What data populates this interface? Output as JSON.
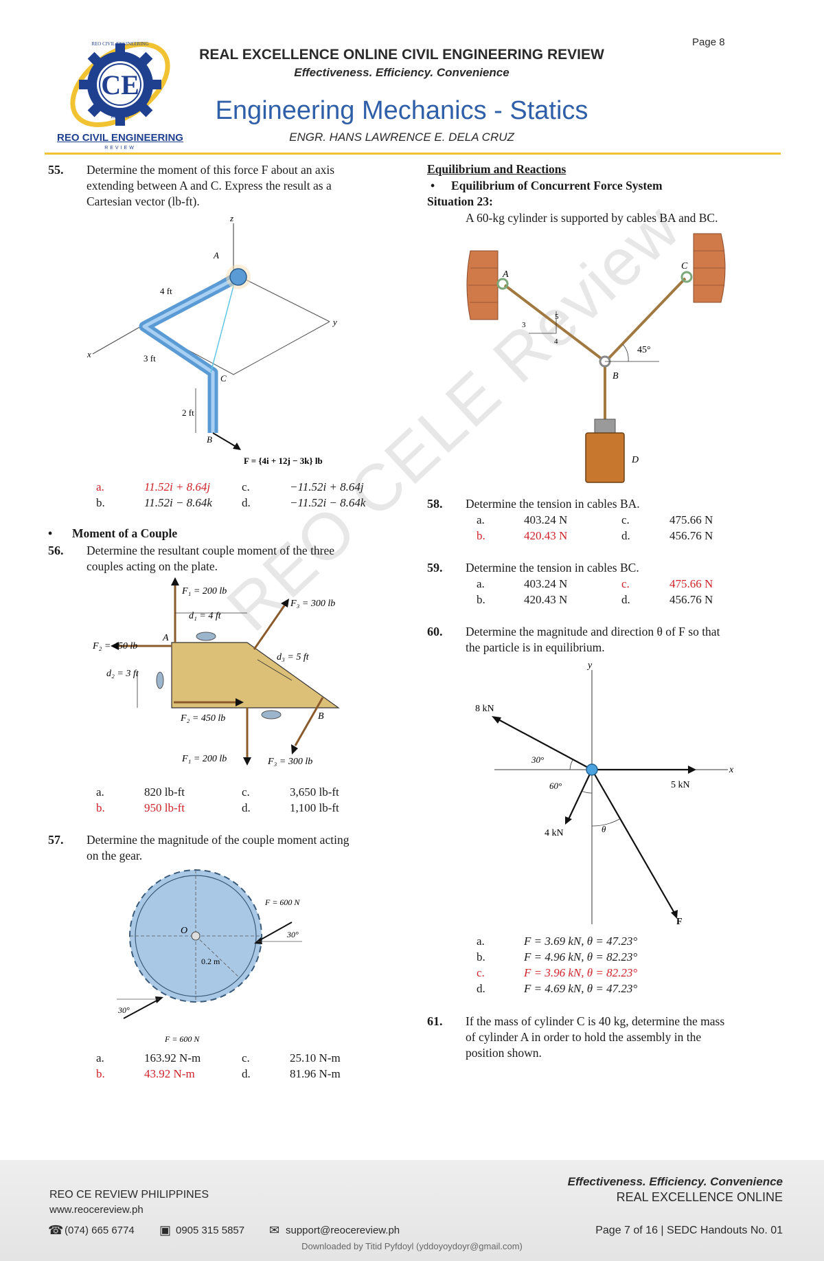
{
  "header": {
    "title": "REAL EXCELLENCE ONLINE CIVIL ENGINEERING REVIEW",
    "tagline": "Effectiveness. Efficiency. Convenience",
    "subject": "Engineering Mechanics - Statics",
    "author": "ENGR. HANS LAWRENCE E. DELA CRUZ",
    "page": "Page 8",
    "logo_caption": "REO CIVIL ENGINEERING",
    "logo_sub": "REVIEW",
    "logo_text": "CE",
    "logo_ring": "REO CIVIL ENGINEERING",
    "logo_band": "REVIEW"
  },
  "watermark": "REO CELE Review",
  "left": {
    "q55": {
      "num": "55.",
      "text": [
        "Determine the moment of this force F about an axis",
        "extending between A and C. Express the result as a",
        "Cartesian vector (lb-ft)."
      ],
      "fig": {
        "z": "z",
        "x": "x",
        "y": "y",
        "A": "A",
        "B": "B",
        "C": "C",
        "d1": "4 ft",
        "d2": "3 ft",
        "d3": "2 ft",
        "force": "F = {4i + 12j − 3k} lb"
      },
      "choices": [
        {
          "letter": "a.",
          "value": "11.52i + 8.64j",
          "correct": true
        },
        {
          "letter": "c.",
          "value": "−11.52i + 8.64j",
          "correct": false
        },
        {
          "letter": "b.",
          "value": "11.52i − 8.64k",
          "correct": false
        },
        {
          "letter": "d.",
          "value": "−11.52i − 8.64k",
          "correct": false
        }
      ]
    },
    "couple_heading": "Moment of a Couple",
    "q56": {
      "num": "56.",
      "text": [
        "Determine the resultant couple moment of the three",
        "couples acting on the plate."
      ],
      "fig": {
        "F1top": "F₁ = 200 lb",
        "F3top": "F₃ = 300 lb",
        "d1": "d₁ = 4 ft",
        "F2left": "F₂ = 450 lb",
        "A": "A",
        "d3": "d₃ = 5 ft",
        "d2": "d₂ = 3 ft",
        "F2bot": "F₂ = 450 lb",
        "B": "B",
        "F1bot": "F₁ = 200 lb",
        "F3bot": "F₃ = 300 lb"
      },
      "choices": [
        {
          "letter": "a.",
          "value": "820 lb-ft",
          "correct": false
        },
        {
          "letter": "c.",
          "value": "3,650 lb-ft",
          "correct": false
        },
        {
          "letter": "b.",
          "value": "950 lb-ft",
          "correct": true
        },
        {
          "letter": "d.",
          "value": "1,100 lb-ft",
          "correct": false
        }
      ]
    },
    "q57": {
      "num": "57.",
      "text": [
        "Determine the magnitude of the couple moment acting",
        "on the gear."
      ],
      "fig": {
        "O": "O",
        "r": "0.2 m",
        "Ftop": "F = 600 N",
        "ang1": "30°",
        "ang2": "30°",
        "Fbot": "F = 600 N"
      },
      "choices": [
        {
          "letter": "a.",
          "value": "163.92 N-m",
          "correct": false
        },
        {
          "letter": "c.",
          "value": "25.10 N-m",
          "correct": false
        },
        {
          "letter": "b.",
          "value": "43.92 N-m",
          "correct": true
        },
        {
          "letter": "d.",
          "value": "81.96 N-m",
          "correct": false
        }
      ]
    }
  },
  "right": {
    "section": "Equilibrium and Reactions",
    "subsection": "Equilibrium of Concurrent Force System",
    "situation": "Situation 23:",
    "situation_text": "A 60-kg cylinder is supported by cables BA and BC.",
    "fig23": {
      "A": "A",
      "B": "B",
      "C": "C",
      "D": "D",
      "s3": "3",
      "s4": "4",
      "s5": "5",
      "angle": "45°"
    },
    "q58": {
      "num": "58.",
      "text": "Determine the tension in cables BA.",
      "choices": [
        {
          "letter": "a.",
          "value": "403.24 N",
          "correct": false
        },
        {
          "letter": "c.",
          "value": "475.66 N",
          "correct": false
        },
        {
          "letter": "b.",
          "value": "420.43 N",
          "correct": true
        },
        {
          "letter": "d.",
          "value": "456.76 N",
          "correct": false
        }
      ]
    },
    "q59": {
      "num": "59.",
      "text": "Determine the tension in cables BC.",
      "choices": [
        {
          "letter": "a.",
          "value": "403.24 N",
          "correct": false
        },
        {
          "letter": "c.",
          "value": "475.66 N",
          "correct": true
        },
        {
          "letter": "b.",
          "value": "420.43 N",
          "correct": false
        },
        {
          "letter": "d.",
          "value": "456.76 N",
          "correct": false
        }
      ]
    },
    "q60": {
      "num": "60.",
      "text": [
        "Determine the magnitude and direction θ of F so that",
        "the particle is in equilibrium."
      ],
      "fig": {
        "y": "y",
        "x": "x",
        "f8": "8 kN",
        "f5": "5 kN",
        "f4": "4 kN",
        "a30": "30°",
        "a60": "60°",
        "theta": "θ",
        "F": "F"
      },
      "choices": [
        {
          "letter": "a.",
          "value": "F = 3.69 kN, θ = 47.23°",
          "correct": false
        },
        {
          "letter": "b.",
          "value": "F = 4.96 kN, θ = 82.23°",
          "correct": false
        },
        {
          "letter": "c.",
          "value": "F = 3.96 kN, θ = 82.23°",
          "correct": true
        },
        {
          "letter": "d.",
          "value": "F = 4.69 kN, θ = 47.23°",
          "correct": false
        }
      ]
    },
    "q61": {
      "num": "61.",
      "text": [
        "If the mass of cylinder C is 40 kg, determine the mass",
        "of cylinder A in order to hold the assembly in the",
        "position shown."
      ]
    }
  },
  "footer": {
    "org": "REO CE REVIEW PHILIPPINES",
    "site": "www.reocereview.ph",
    "phone": "(074) 665 6774",
    "mobile": "0905 315 5857",
    "email": "support@reocereview.ph",
    "tagline": "Effectiveness. Efficiency. Convenience",
    "tagline2": "REAL EXCELLENCE ONLINE",
    "pageinfo": "Page 7 of 16 | SEDC Handouts No. 01",
    "download": "Downloaded by Titid Pyfdoyl (yddoyoydoyr@gmail.com)"
  },
  "colors": {
    "accent": "#2e5fa8",
    "rule": "#f1c232",
    "correct": "#d0222a"
  }
}
